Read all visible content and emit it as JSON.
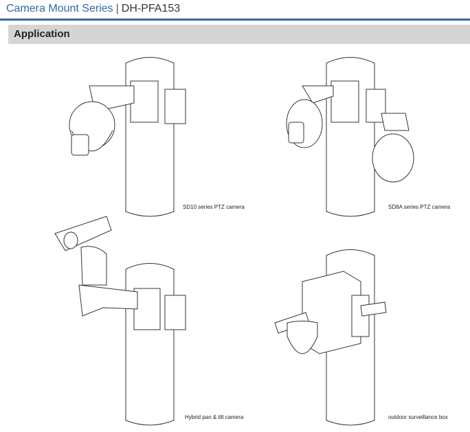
{
  "header": {
    "series": "Camera Mount Series",
    "separator": "|",
    "model": "DH-PFA153"
  },
  "section": {
    "title": "Application"
  },
  "figures": [
    {
      "caption": "SD10 series PTZ camera"
    },
    {
      "caption": "SD8A series PTZ camera"
    },
    {
      "caption": "Hybrid pan & tilt  camera"
    },
    {
      "caption": "outdoor surveillance box"
    }
  ]
}
